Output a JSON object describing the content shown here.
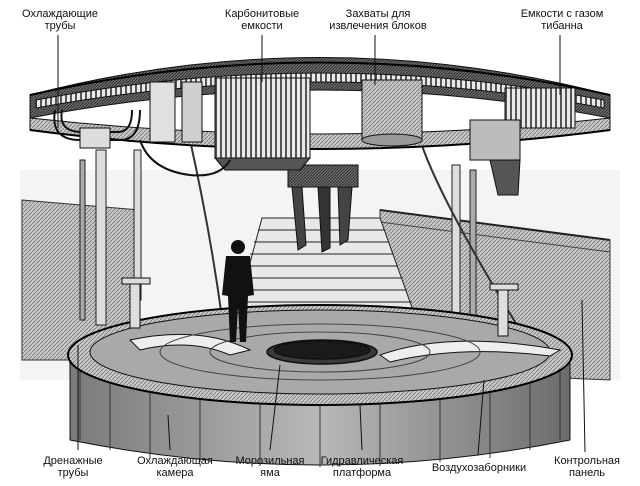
{
  "labels": {
    "cooling_pipes": [
      "Охлаждающие",
      "трубы"
    ],
    "carbonite_containers": [
      "Карбонитовые",
      "емкости"
    ],
    "block_grips": [
      "Захваты для",
      "извлечения блоков"
    ],
    "tibanna_tanks": [
      "Емкости с газом",
      "тибанна"
    ],
    "drain_pipes": [
      "Дренажные",
      "трубы"
    ],
    "cooling_chamber": [
      "Охлаждающая",
      "камера"
    ],
    "freezing_pit": [
      "Морозильная",
      "яма"
    ],
    "hydraulic_platform": [
      "Гидравлическая",
      "платформа"
    ],
    "air_intakes": [
      "Воздухозаборники"
    ],
    "control_panel": [
      "Контрольная",
      "панель"
    ]
  },
  "colors": {
    "ink": "#1a1a1a",
    "dark": "#3a3a3a",
    "mid": "#8a8a8a",
    "light": "#cfcfcf",
    "paper": "#ffffff"
  }
}
